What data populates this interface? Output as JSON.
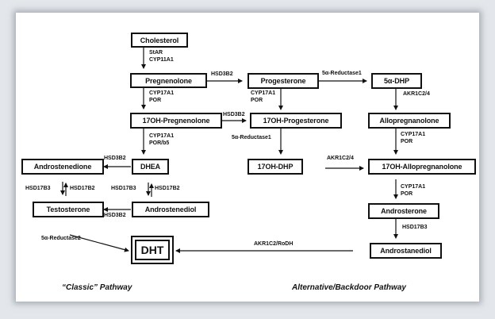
{
  "nodes": {
    "cholesterol": "Cholesterol",
    "pregnenolone": "Pregnenolone",
    "progesterone": "Progesterone",
    "dhp5a": "5α-DHP",
    "pregnenolone17oh": "17OH-Pregnenolone",
    "progesterone17oh": "17OH-Progesterone",
    "allopregnanolone": "Allopregnanolone",
    "androstenedione": "Androstenedione",
    "dhea": "DHEA",
    "dhp17oh": "17OH-DHP",
    "allopregnanolone17oh": "17OH-Allopregnanolone",
    "testosterone": "Testosterone",
    "androstenediol": "Androstenediol",
    "androsterone": "Androsterone",
    "androstanediol": "Androstanediol",
    "dht": "DHT"
  },
  "enzymes": {
    "star": "StAR",
    "cyp11a1": "CYP11A1",
    "hsd3b2_a": "HSD3B2",
    "hsd3b2_b": "HSD3B2",
    "hsd3b2_c": "HSD3B2",
    "hsd3b2_d": "HSD3B2",
    "reductase1_a": "5α-Reductase1",
    "reductase1_b": "5α-Reductase1",
    "reductase2": "5α-Reductase2",
    "akr1c24_a": "AKR1C2/4",
    "akr1c24_b": "AKR1C2/4",
    "cyp17a1_a": "CYP17A1",
    "por_a": "POR",
    "cyp17a1_b": "CYP17A1",
    "por_b": "POR",
    "cyp17a1_c": "CYP17A1",
    "por_b5": "POR/b5",
    "cyp17a1_d": "CYP17A1",
    "por_d": "POR",
    "cyp17a1_e": "CYP17A1",
    "por_e": "POR",
    "hsd17b3_a": "HSD17B3",
    "hsd17b2_a": "HSD17B2",
    "hsd17b3_b": "HSD17B3",
    "hsd17b2_b": "HSD17B2",
    "hsd17b3_c": "HSD17B3",
    "akr1c2_rodh": "AKR1C2/RoDH"
  },
  "captions": {
    "classic": "“Classic” Pathway",
    "alternative": "Alternative/Backdoor Pathway"
  }
}
